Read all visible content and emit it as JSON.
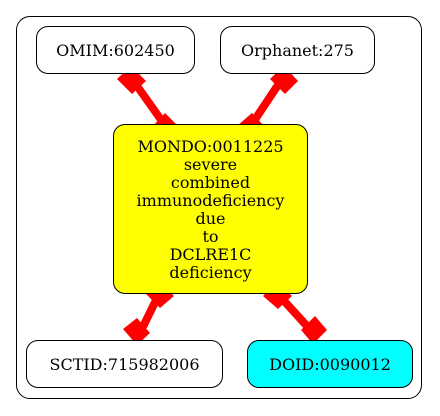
{
  "nodes": {
    "omim": {
      "label": "OMIM:602450",
      "fill": "#ffffff"
    },
    "orphanet": {
      "label": "Orphanet:275",
      "fill": "#ffffff"
    },
    "mondo": {
      "lines": [
        "MONDO:0011225",
        "severe",
        "combined",
        "immunodeficiency",
        "due",
        "to",
        "DCLRE1C",
        "deficiency"
      ],
      "fill": "#ffff00"
    },
    "sctid": {
      "label": "SCTID:715982006",
      "fill": "#ffffff"
    },
    "doid": {
      "label": "DOID:0090012",
      "fill": "#00ffff"
    }
  },
  "edges": [
    {
      "from": "omim",
      "to": "mondo",
      "color": "#ff0000"
    },
    {
      "from": "orphanet",
      "to": "mondo",
      "color": "#ff0000"
    },
    {
      "from": "mondo",
      "to": "sctid",
      "color": "#ff0000"
    },
    {
      "from": "mondo",
      "to": "doid",
      "color": "#ff0000"
    }
  ]
}
